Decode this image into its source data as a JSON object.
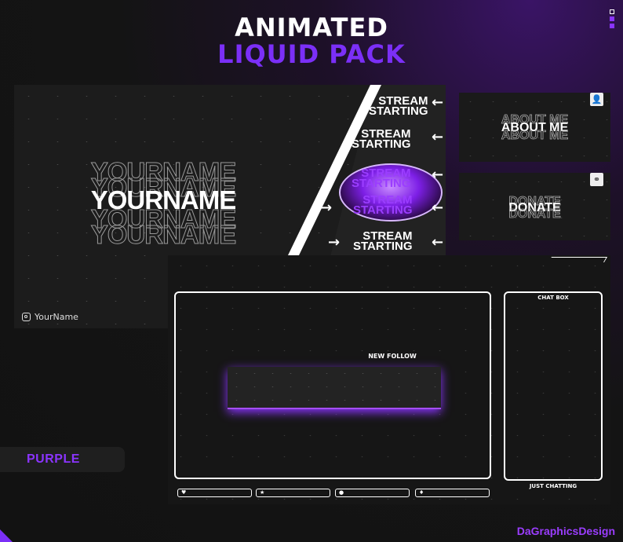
{
  "header": {
    "title_line1": "ANIMATED",
    "title_line2": "LIQUID PACK",
    "accent_color": "#7b2ff7"
  },
  "starting_screen": {
    "name_text": "YOURNAME",
    "social_handle": "YourName",
    "social_icon": "instagram-icon",
    "stream_line1": "STREAM",
    "stream_line2": "STARTING",
    "partial_text": "G"
  },
  "panels": {
    "about": {
      "label": "ABOUT ME",
      "icon": "user-icon"
    },
    "donate": {
      "label": "DONATE",
      "icon": "donate-icon"
    }
  },
  "overlay": {
    "chat_title": "CHAT BOX",
    "alert_label": "NEW FOLLOW",
    "category_label": "JUST CHATTING",
    "social_icons": [
      "heart-icon",
      "star-icon",
      "chat-icon",
      "drop-icon"
    ]
  },
  "color_option": {
    "label": "PURPLE",
    "color": "#8b34ff"
  },
  "footer": {
    "brand": "DaGraphicsDesign"
  }
}
